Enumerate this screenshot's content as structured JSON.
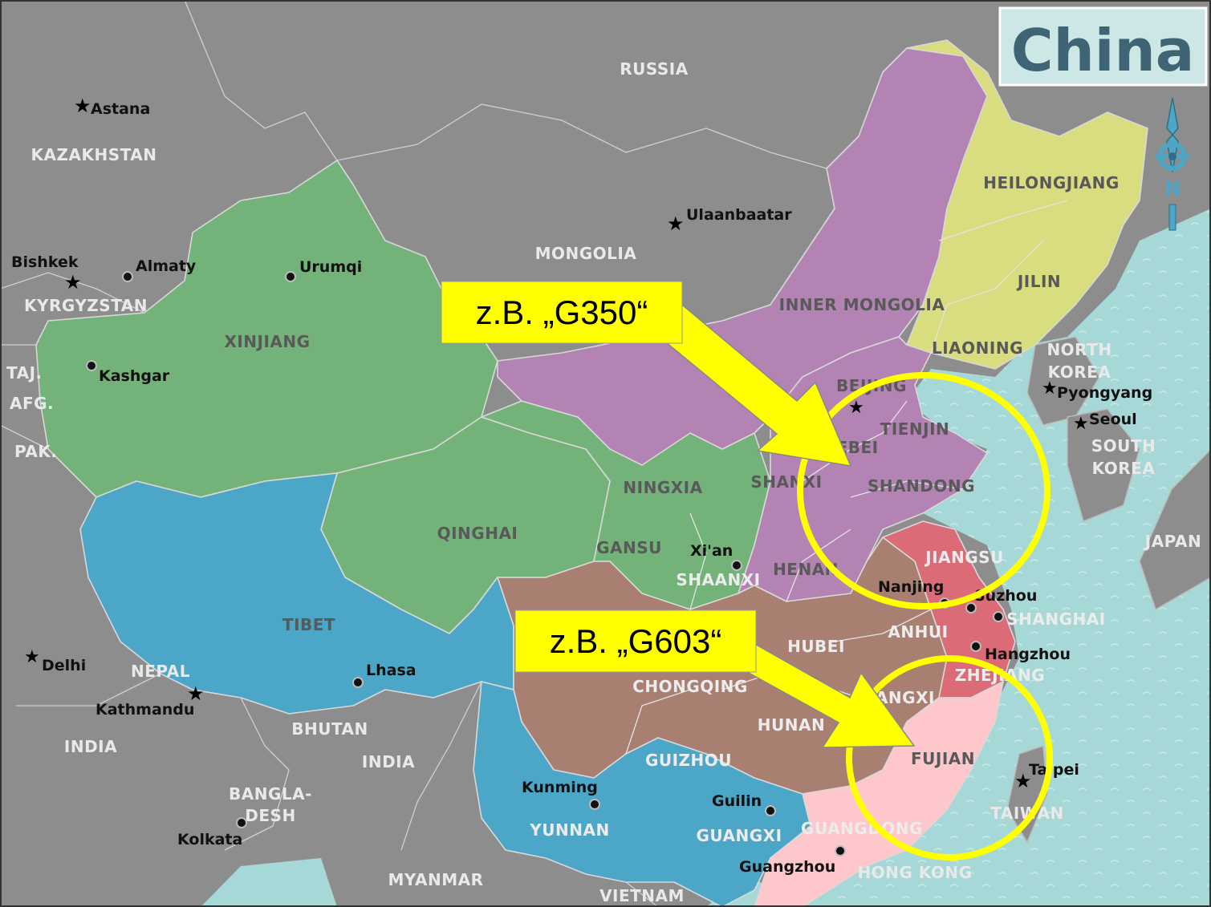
{
  "title": "China",
  "compass_letter": "N",
  "colors": {
    "background": "#8d8d8d",
    "sea": "#a5d8d6",
    "xinjiang_group": "#73b37a",
    "tibet_group": "#4ba6c7",
    "north_group": "#b383b4",
    "northeast_group": "#d9dc7f",
    "central_south_group": "#a97f72",
    "east_group": "#dc6b78",
    "south_group": "#fec7cc",
    "highlight": "#ffff00"
  },
  "countries": [
    {
      "name": "RUSSIA"
    },
    {
      "name": "KAZAKHSTAN"
    },
    {
      "name": "MONGOLIA"
    },
    {
      "name": "KYRGYZSTAN"
    },
    {
      "name": "TAJ."
    },
    {
      "name": "AFG."
    },
    {
      "name": "PAK."
    },
    {
      "name": "NORTH"
    },
    {
      "name": "KOREA"
    },
    {
      "name": "SOUTH"
    },
    {
      "name": "KOREA"
    },
    {
      "name": "JAPAN"
    },
    {
      "name": "NEPAL"
    },
    {
      "name": "INDIA"
    },
    {
      "name": "INDIA"
    },
    {
      "name": "BHUTAN"
    },
    {
      "name": "BANGLA-"
    },
    {
      "name": "DESH"
    },
    {
      "name": "MYANMAR"
    },
    {
      "name": "VIETNAM"
    },
    {
      "name": "HONG KONG"
    },
    {
      "name": "TAIWAN"
    }
  ],
  "provinces": [
    {
      "name": "XINJIANG"
    },
    {
      "name": "QINGHAI"
    },
    {
      "name": "TIBET"
    },
    {
      "name": "INNER MONGOLIA"
    },
    {
      "name": "HEILONGJIANG"
    },
    {
      "name": "JILIN"
    },
    {
      "name": "LIAONING"
    },
    {
      "name": "BEIJING"
    },
    {
      "name": "TIENJIN"
    },
    {
      "name": "HEBEI"
    },
    {
      "name": "SHANDONG"
    },
    {
      "name": "SHANXI"
    },
    {
      "name": "NINGXIA"
    },
    {
      "name": "GANSU"
    },
    {
      "name": "SHAANXI"
    },
    {
      "name": "HENAN"
    },
    {
      "name": "JIANGSU"
    },
    {
      "name": "ANHUI"
    },
    {
      "name": "HUBEI"
    },
    {
      "name": "SHANGHAI"
    },
    {
      "name": "ZHEJIANG"
    },
    {
      "name": "JIANGXI"
    },
    {
      "name": "CHONGQING"
    },
    {
      "name": "HUNAN"
    },
    {
      "name": "FUJIAN"
    },
    {
      "name": "GUIZHOU"
    },
    {
      "name": "YUNNAN"
    },
    {
      "name": "GUANGXI"
    },
    {
      "name": "GUANGDONG"
    }
  ],
  "cities": [
    {
      "name": "Astana",
      "capital": true
    },
    {
      "name": "Bishkek",
      "capital": true
    },
    {
      "name": "Almaty",
      "capital": false
    },
    {
      "name": "Urumqi",
      "capital": false
    },
    {
      "name": "Kashgar",
      "capital": false
    },
    {
      "name": "Ulaanbaatar",
      "capital": true
    },
    {
      "name": "Pyongyang",
      "capital": true
    },
    {
      "name": "Seoul",
      "capital": true
    },
    {
      "name": "Xi'an",
      "capital": false
    },
    {
      "name": "Nanjing",
      "capital": false
    },
    {
      "name": "Suzhou",
      "capital": false
    },
    {
      "name": "Hangzhou",
      "capital": false
    },
    {
      "name": "Lhasa",
      "capital": false
    },
    {
      "name": "Delhi",
      "capital": true
    },
    {
      "name": "Kathmandu",
      "capital": true
    },
    {
      "name": "Kunming",
      "capital": false
    },
    {
      "name": "Guilin",
      "capital": false
    },
    {
      "name": "Kolkata",
      "capital": false
    },
    {
      "name": "Guangzhou",
      "capital": false
    },
    {
      "name": "Taipei",
      "capital": true
    }
  ],
  "annotations": [
    {
      "label": "z.B. „G350“"
    },
    {
      "label": "z.B. „G603“"
    }
  ]
}
